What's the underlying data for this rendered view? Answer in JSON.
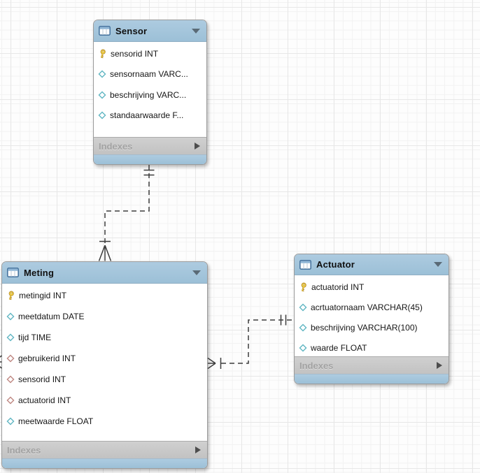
{
  "tables": [
    {
      "name": "Sensor",
      "indexes_label": "Indexes",
      "columns": [
        {
          "label": "sensorid INT",
          "icon": "primary-key-icon"
        },
        {
          "label": "sensornaam VARC...",
          "icon": "column-icon"
        },
        {
          "label": "beschrijving VARC...",
          "icon": "column-icon"
        },
        {
          "label": "standaarwaarde F...",
          "icon": "column-icon"
        }
      ]
    },
    {
      "name": "Meting",
      "indexes_label": "Indexes",
      "columns": [
        {
          "label": "metingid INT",
          "icon": "primary-key-icon"
        },
        {
          "label": "meetdatum DATE",
          "icon": "column-icon"
        },
        {
          "label": "tijd TIME",
          "icon": "column-icon"
        },
        {
          "label": "gebruikerid INT",
          "icon": "foreign-key-icon"
        },
        {
          "label": "sensorid INT",
          "icon": "foreign-key-icon"
        },
        {
          "label": "actuatorid INT",
          "icon": "foreign-key-icon"
        },
        {
          "label": "meetwaarde FLOAT",
          "icon": "column-icon"
        }
      ]
    },
    {
      "name": "Actuator",
      "indexes_label": "Indexes",
      "columns": [
        {
          "label": "actuatorid INT",
          "icon": "primary-key-icon"
        },
        {
          "label": "acrtuatornaam VARCHAR(45)",
          "icon": "column-icon"
        },
        {
          "label": "beschrijving VARCHAR(100)",
          "icon": "column-icon"
        },
        {
          "label": "waarde FLOAT",
          "icon": "column-icon"
        }
      ]
    }
  ],
  "relationships": [
    {
      "name": "sensor-meting",
      "from_table": "Sensor",
      "from_cardinality": "one-and-only-one",
      "to_table": "Meting",
      "to_cardinality": "one-or-many",
      "line_style": "dashed"
    },
    {
      "name": "actuator-meting",
      "from_table": "Actuator",
      "from_cardinality": "one-and-only-one",
      "to_table": "Meting",
      "to_cardinality": "one-or-many",
      "line_style": "dashed"
    },
    {
      "name": "meting-offscreen",
      "from_table": "Meting",
      "from_cardinality": "many",
      "to_table": "(off-screen left)",
      "line_style": "dashed"
    }
  ],
  "colors": {
    "table_header": "#a3c5db",
    "table_footer": "#a3c5db",
    "table_body": "#ffffff",
    "indexes_bg": "#c9c9c9",
    "indexes_text": "#a2a2a2",
    "relationship_line": "#3c3c3c",
    "primary_key_yellow": "#f6d847",
    "column_diamond_cyan": "#62b7c3",
    "foreign_key_diamond_red": "#c08883",
    "grid_minor": "#f2f2f2",
    "grid_major": "#e7e7e7"
  },
  "icons": [
    "table-icon",
    "collapse-arrow-icon",
    "primary-key-icon",
    "column-icon",
    "foreign-key-icon",
    "expand-indexes-icon"
  ]
}
